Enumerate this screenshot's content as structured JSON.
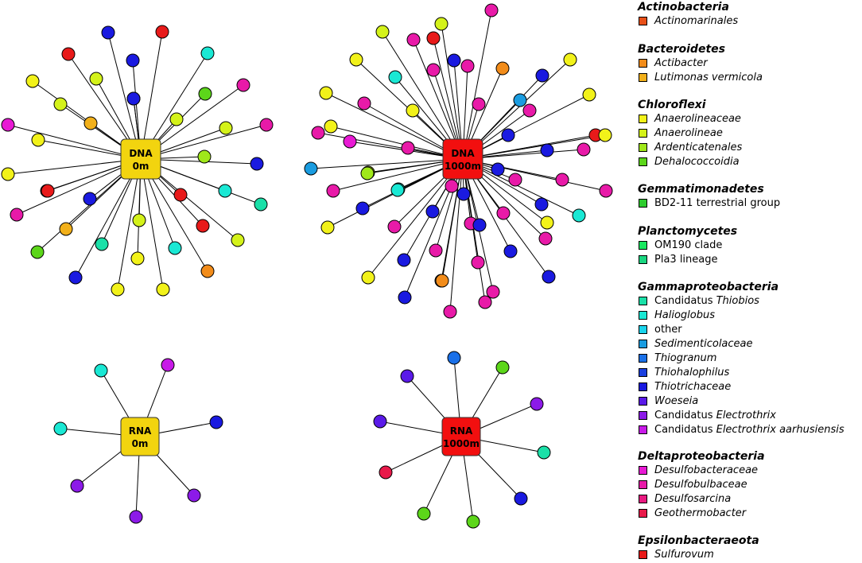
{
  "hubs": [
    {
      "id": "dna0",
      "label_top": "DNA",
      "label_bottom": "0m",
      "color": "#F2D40F"
    },
    {
      "id": "dna1000",
      "label_top": "DNA",
      "label_bottom": "1000m",
      "color": "#F20F0F"
    },
    {
      "id": "rna0",
      "label_top": "RNA",
      "label_bottom": "0m",
      "color": "#F2D40F"
    },
    {
      "id": "rna1000",
      "label_top": "RNA",
      "label_bottom": "1000m",
      "color": "#F20F0F"
    }
  ],
  "colors": {
    "Actinomarinales": "#E8501A",
    "Actibacter": "#F28C1A",
    "Lutimonas vermicola": "#F2B01A",
    "Anaerolineaceae": "#F2F21A",
    "Anaerolineae": "#D4F21A",
    "Ardenticatenales": "#A0E81A",
    "Dehalococcoidia": "#5CD61A",
    "BD2-11 terrestrial group": "#2ECC2E",
    "OM190 clade": "#1AE860",
    "Pla3 lineage": "#1AD680",
    "Candidatus Thiobios": "#1AE0A8",
    "Halioglobus": "#1AE8D4",
    "other": "#1AD4EC",
    "Sedimenticolaceae": "#1A9CE0",
    "Thiogranum": "#1A70E8",
    "Thiohalophilus": "#1A40E0",
    "Thiotrichaceae": "#1A1AE0",
    "Woeseia": "#5A1AE8",
    "Candidatus Electrothrix": "#8C1AE8",
    "Candidatus Electrothrix aarhusiensis": "#C81AE8",
    "Desulfobacteraceae": "#E81AD4",
    "Desulfobulbaceae": "#E81AA8",
    "Desulfosarcina": "#E81A80",
    "Geothermobacter": "#E81A4A",
    "Sulfurovum": "#E81A1A"
  },
  "legend": [
    {
      "phylum": "Actinobacteria",
      "items": [
        {
          "key": "Actinomarinales",
          "parts": [
            {
              "t": "Actinomarinales",
              "i": true
            }
          ]
        }
      ]
    },
    {
      "phylum": "Bacteroidetes",
      "items": [
        {
          "key": "Actibacter",
          "parts": [
            {
              "t": "Actibacter",
              "i": true
            }
          ]
        },
        {
          "key": "Lutimonas vermicola",
          "parts": [
            {
              "t": "Lutimonas vermicola",
              "i": true
            }
          ]
        }
      ]
    },
    {
      "phylum": "Chloroflexi",
      "items": [
        {
          "key": "Anaerolineaceae",
          "parts": [
            {
              "t": "Anaerolineaceae",
              "i": true
            }
          ]
        },
        {
          "key": "Anaerolineae",
          "parts": [
            {
              "t": "Anaerolineae",
              "i": true
            }
          ]
        },
        {
          "key": "Ardenticatenales",
          "parts": [
            {
              "t": "Ardenticatenales",
              "i": true
            }
          ]
        },
        {
          "key": "Dehalococcoidia",
          "parts": [
            {
              "t": "Dehalococcoidia",
              "i": true
            }
          ]
        }
      ]
    },
    {
      "phylum": "Gemmatimonadetes",
      "items": [
        {
          "key": "BD2-11 terrestrial group",
          "parts": [
            {
              "t": "BD2-11 terrestrial group",
              "i": false
            }
          ]
        }
      ]
    },
    {
      "phylum": "Planctomycetes",
      "items": [
        {
          "key": "OM190 clade",
          "parts": [
            {
              "t": "OM190 clade",
              "i": false
            }
          ]
        },
        {
          "key": "Pla3 lineage",
          "parts": [
            {
              "t": "Pla3 lineage",
              "i": false
            }
          ]
        }
      ]
    },
    {
      "phylum": "Gammaproteobacteria",
      "items": [
        {
          "key": "Candidatus Thiobios",
          "parts": [
            {
              "t": "Candidatus ",
              "i": false
            },
            {
              "t": "Thiobios",
              "i": true
            }
          ]
        },
        {
          "key": "Halioglobus",
          "parts": [
            {
              "t": "Halioglobus",
              "i": true
            }
          ]
        },
        {
          "key": "other",
          "parts": [
            {
              "t": "other",
              "i": false
            }
          ]
        },
        {
          "key": "Sedimenticolaceae",
          "parts": [
            {
              "t": "Sedimenticolaceae",
              "i": true
            }
          ]
        },
        {
          "key": "Thiogranum",
          "parts": [
            {
              "t": "Thiogranum",
              "i": true
            }
          ]
        },
        {
          "key": "Thiohalophilus",
          "parts": [
            {
              "t": "Thiohalophilus",
              "i": true
            }
          ]
        },
        {
          "key": "Thiotrichaceae",
          "parts": [
            {
              "t": "Thiotrichaceae",
              "i": true
            }
          ]
        },
        {
          "key": "Woeseia",
          "parts": [
            {
              "t": "Woeseia",
              "i": true
            }
          ]
        },
        {
          "key": "Candidatus Electrothrix",
          "parts": [
            {
              "t": "Candidatus ",
              "i": false
            },
            {
              "t": "Electrothrix",
              "i": true
            }
          ]
        },
        {
          "key": "Candidatus Electrothrix aarhusiensis",
          "parts": [
            {
              "t": "Candidatus ",
              "i": false
            },
            {
              "t": "Electrothrix aarhusiensis",
              "i": true
            }
          ]
        }
      ]
    },
    {
      "phylum": "Deltaproteobacteria",
      "items": [
        {
          "key": "Desulfobacteraceae",
          "parts": [
            {
              "t": "Desulfobacteraceae",
              "i": true
            }
          ]
        },
        {
          "key": "Desulfobulbaceae",
          "parts": [
            {
              "t": "Desulfobulbaceae",
              "i": true
            }
          ]
        },
        {
          "key": "Desulfosarcina",
          "parts": [
            {
              "t": "Desulfosarcina",
              "i": true
            }
          ]
        },
        {
          "key": "Geothermobacter",
          "parts": [
            {
              "t": "Geothermobacter",
              "i": true
            }
          ]
        }
      ]
    },
    {
      "phylum": "Epsilonbacteraeota",
      "items": [
        {
          "key": "Sulfurovum",
          "parts": [
            {
              "t": "Sulfurovum",
              "i": true
            }
          ]
        }
      ]
    }
  ],
  "network": {
    "dna0": [
      "Thiotrichaceae",
      "Sulfurovum",
      "Thiotrichaceae",
      "Sulfurovum",
      "Sulfurovum",
      "Halioglobus",
      "Thiotrichaceae",
      "Anaerolineae",
      "Anaerolineaceae",
      "Anaerolineae",
      "Ardenticatenales",
      "Desulfobulbaceae",
      "Lutimonas vermicola",
      "Thiotrichaceae",
      "Anaerolineae",
      "Desulfobacteraceae",
      "Anaerolineaceae",
      "Anaerolineaceae",
      "Desulfobulbaceae",
      "Anaerolineaceae",
      "Dehalococcoidia",
      "Thiotrichaceae",
      "Sulfurovum",
      "Thiotrichaceae",
      "Halioglobus",
      "Candidatus Thiobios",
      "Desulfobulbaceae",
      "Lutimonas vermicola",
      "Sulfurovum",
      "Anaerolineae",
      "Dehalococcoidia",
      "Halioglobus",
      "Sulfurovum",
      "Anaerolineae",
      "Thiotrichaceae",
      "Anaerolineaceae",
      "Candidatus Thiobios",
      "Anaerolineaceae",
      "Actibacter",
      "Anaerolineae"
    ],
    "dna1000": [
      "Anaerolineae",
      "Desulfobulbaceae",
      "Thiotrichaceae",
      "Desulfobulbaceae",
      "Desulfobulbaceae",
      "Desulfobulbaceae",
      "Anaerolineaceae",
      "Actibacter",
      "Thiotrichaceae",
      "Desulfobulbaceae",
      "Sulfurovum",
      "Desulfobulbaceae",
      "Thiotrichaceae",
      "Sedimenticolaceae",
      "Thiotrichaceae",
      "Desulfobulbaceae",
      "Anaerolineaceae",
      "Halioglobus",
      "Anaerolineaceae",
      "Anaerolineae",
      "Desulfobacteraceae",
      "Anaerolineaceae",
      "Desulfobulbaceae",
      "Sedimenticolaceae",
      "Anaerolineaceae",
      "Desulfobulbaceae",
      "Thiotrichaceae",
      "Sulfurovum",
      "Desulfobulbaceae",
      "Anaerolineaceae",
      "Desulfobulbaceae",
      "Anaerolineae",
      "Halioglobus",
      "Desulfobulbaceae",
      "Thiotrichaceae",
      "Desulfobulbaceae",
      "Desulfobulbaceae",
      "Thiotrichaceae",
      "Thiotrichaceae",
      "Anaerolineaceae",
      "Sedimenticolaceae",
      "Anaerolineaceae",
      "Thiotrichaceae",
      "Halioglobus",
      "Desulfobulbaceae",
      "Desulfobulbaceae",
      "Desulfobulbaceae",
      "Thiotrichaceae",
      "Anaerolineaceae",
      "Desulfobulbaceae",
      "Actibacter",
      "Desulfobulbaceae",
      "Ardenticatenales",
      "Thiotrichaceae",
      "Desulfobulbaceae",
      "Desulfobulbaceae",
      "Thiotrichaceae",
      "Thiotrichaceae",
      "Halioglobus",
      "Desulfobulbaceae",
      "Thiotrichaceae",
      "Desulfobulbaceae",
      "Anaerolineaceae",
      "Desulfobulbaceae"
    ],
    "rna0": [
      "Halioglobus",
      "Candidatus Electrothrix aarhusiensis",
      "Thiotrichaceae",
      "Candidatus Electrothrix",
      "Candidatus Electrothrix",
      "Candidatus Electrothrix",
      "Halioglobus"
    ],
    "rna1000": [
      "Thiogranum",
      "Dehalococcoidia",
      "Woeseia",
      "Candidatus Thiobios",
      "Thiotrichaceae",
      "Candidatus Electrothrix",
      "Dehalococcoidia",
      "Geothermobacter",
      "Dehalococcoidia",
      "Woeseia"
    ]
  }
}
